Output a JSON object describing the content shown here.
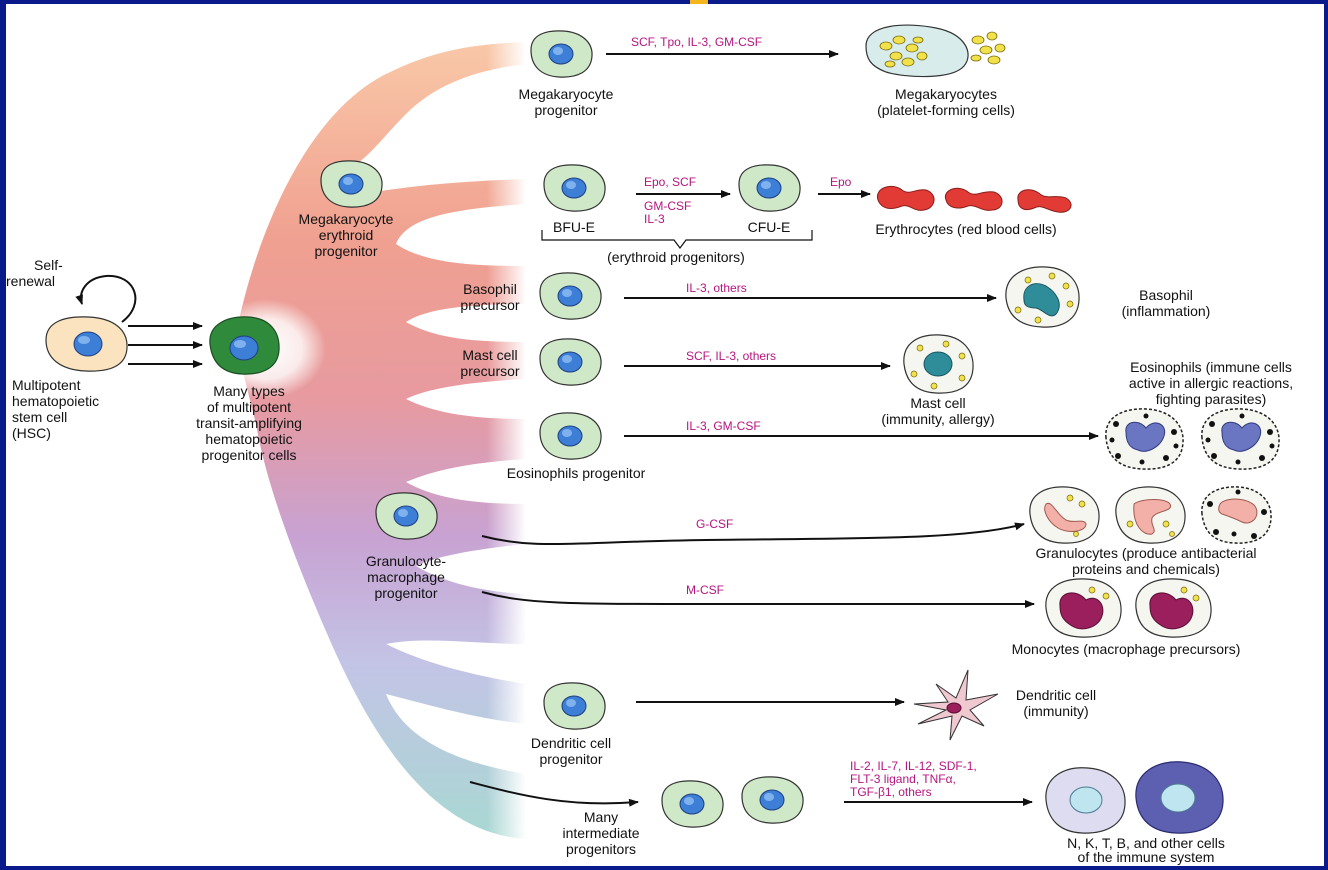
{
  "labels": {
    "self_renewal_1": "Self-",
    "self_renewal_2": "renewal",
    "hsc_1": "Multipotent",
    "hsc_2": "hematopoietic",
    "hsc_3": "stem cell",
    "hsc_4": "(HSC)",
    "mpp_1": "Many types",
    "mpp_2": "of multipotent",
    "mpp_3": "transit-amplifying",
    "mpp_4": "hematopoietic",
    "mpp_5": "progenitor cells",
    "mep_1": "Megakaryocyte",
    "mep_2": "erythroid",
    "mep_3": "progenitor",
    "mkp_1": "Megakaryocyte",
    "mkp_2": "progenitor",
    "mk_1": "Megakaryocytes",
    "mk_2": "(platelet-forming cells)",
    "bfue": "BFU-E",
    "cfue": "CFU-E",
    "ery_prog": "(erythroid progenitors)",
    "ery": "Erythrocytes (red blood cells)",
    "baso_p_1": "Basophil",
    "baso_p_2": "precursor",
    "baso_1": "Basophil",
    "baso_2": "(inflammation)",
    "mast_p_1": "Mast cell",
    "mast_p_2": "precursor",
    "mast_1": "Mast cell",
    "mast_2": "(immunity, allergy)",
    "eos_p": "Eosinophils progenitor",
    "eos_1": "Eosinophils (immune cells",
    "eos_2": "active in allergic reactions,",
    "eos_3": "fighting parasites)",
    "gmp_1": "Granulocyte-",
    "gmp_2": "macrophage",
    "gmp_3": "progenitor",
    "gran_1": "Granulocytes (produce antibacterial",
    "gran_2": "proteins and chemicals)",
    "mono": "Monocytes (macrophage precursors)",
    "dcp_1": "Dendritic cell",
    "dcp_2": "progenitor",
    "dc_1": "Dendritic cell",
    "dc_2": "(immunity)",
    "inter_1": "Many",
    "inter_2": "intermediate",
    "inter_3": "progenitors",
    "nktb_1": "N, K, T, B, and other cells",
    "nktb_2": "of the immune system"
  },
  "factors": {
    "mk": "SCF, Tpo, IL-3, GM-CSF",
    "epo_scf": "Epo, SCF",
    "gmcsf": "GM-CSF",
    "il3": "IL-3",
    "epo": "Epo",
    "baso": "IL-3, others",
    "mast": "SCF, IL-3, others",
    "eos": "IL-3, GM-CSF",
    "gran": "G-CSF",
    "mono": "M-CSF",
    "lymph_1": "IL-2, IL-7, IL-12, SDF-1,",
    "lymph_2": "FLT-3 ligand, TNFα,",
    "lymph_3": "TGF-β1, others"
  },
  "colors": {
    "factor_text": "#b5157f",
    "progenitor_cell": "#cfe8c8",
    "nucleus": "#3d7fd6",
    "mpp_cell": "#2f8a3c",
    "hsc_cell": "#fbe3c0"
  }
}
